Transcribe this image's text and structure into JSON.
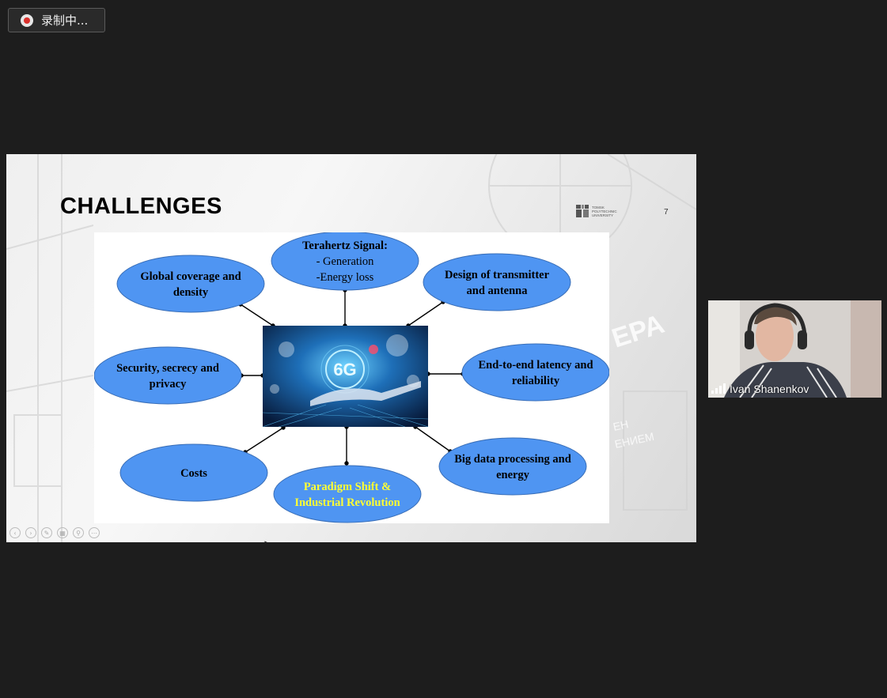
{
  "recording": {
    "label": "录制中..."
  },
  "slide": {
    "title": "CHALLENGES",
    "page_number": "7",
    "logo_lines": [
      "TOMSK",
      "POLYTECHNIC",
      "UNIVERSITY"
    ],
    "center_image_text": "6G",
    "nodes": {
      "global_coverage": [
        "Global coverage and",
        "density"
      ],
      "terahertz": [
        "Terahertz Signal:",
        "- Generation",
        "-Energy loss"
      ],
      "design": [
        "Design of transmitter",
        "and antenna"
      ],
      "security": [
        "Security, secrecy and",
        "privacy"
      ],
      "latency": [
        "End-to-end latency and",
        "reliability"
      ],
      "costs": [
        "Costs"
      ],
      "paradigm": [
        "Paradigm Shift &",
        "Industrial Revolution"
      ],
      "big_data": [
        "Big data processing and",
        "energy"
      ]
    }
  },
  "participant": {
    "name": "Ivan Shanenkov"
  },
  "colors": {
    "ellipse_fill": "#4f95f2",
    "paradigm_text": "#ffff33",
    "background": "#1d1d1d"
  }
}
